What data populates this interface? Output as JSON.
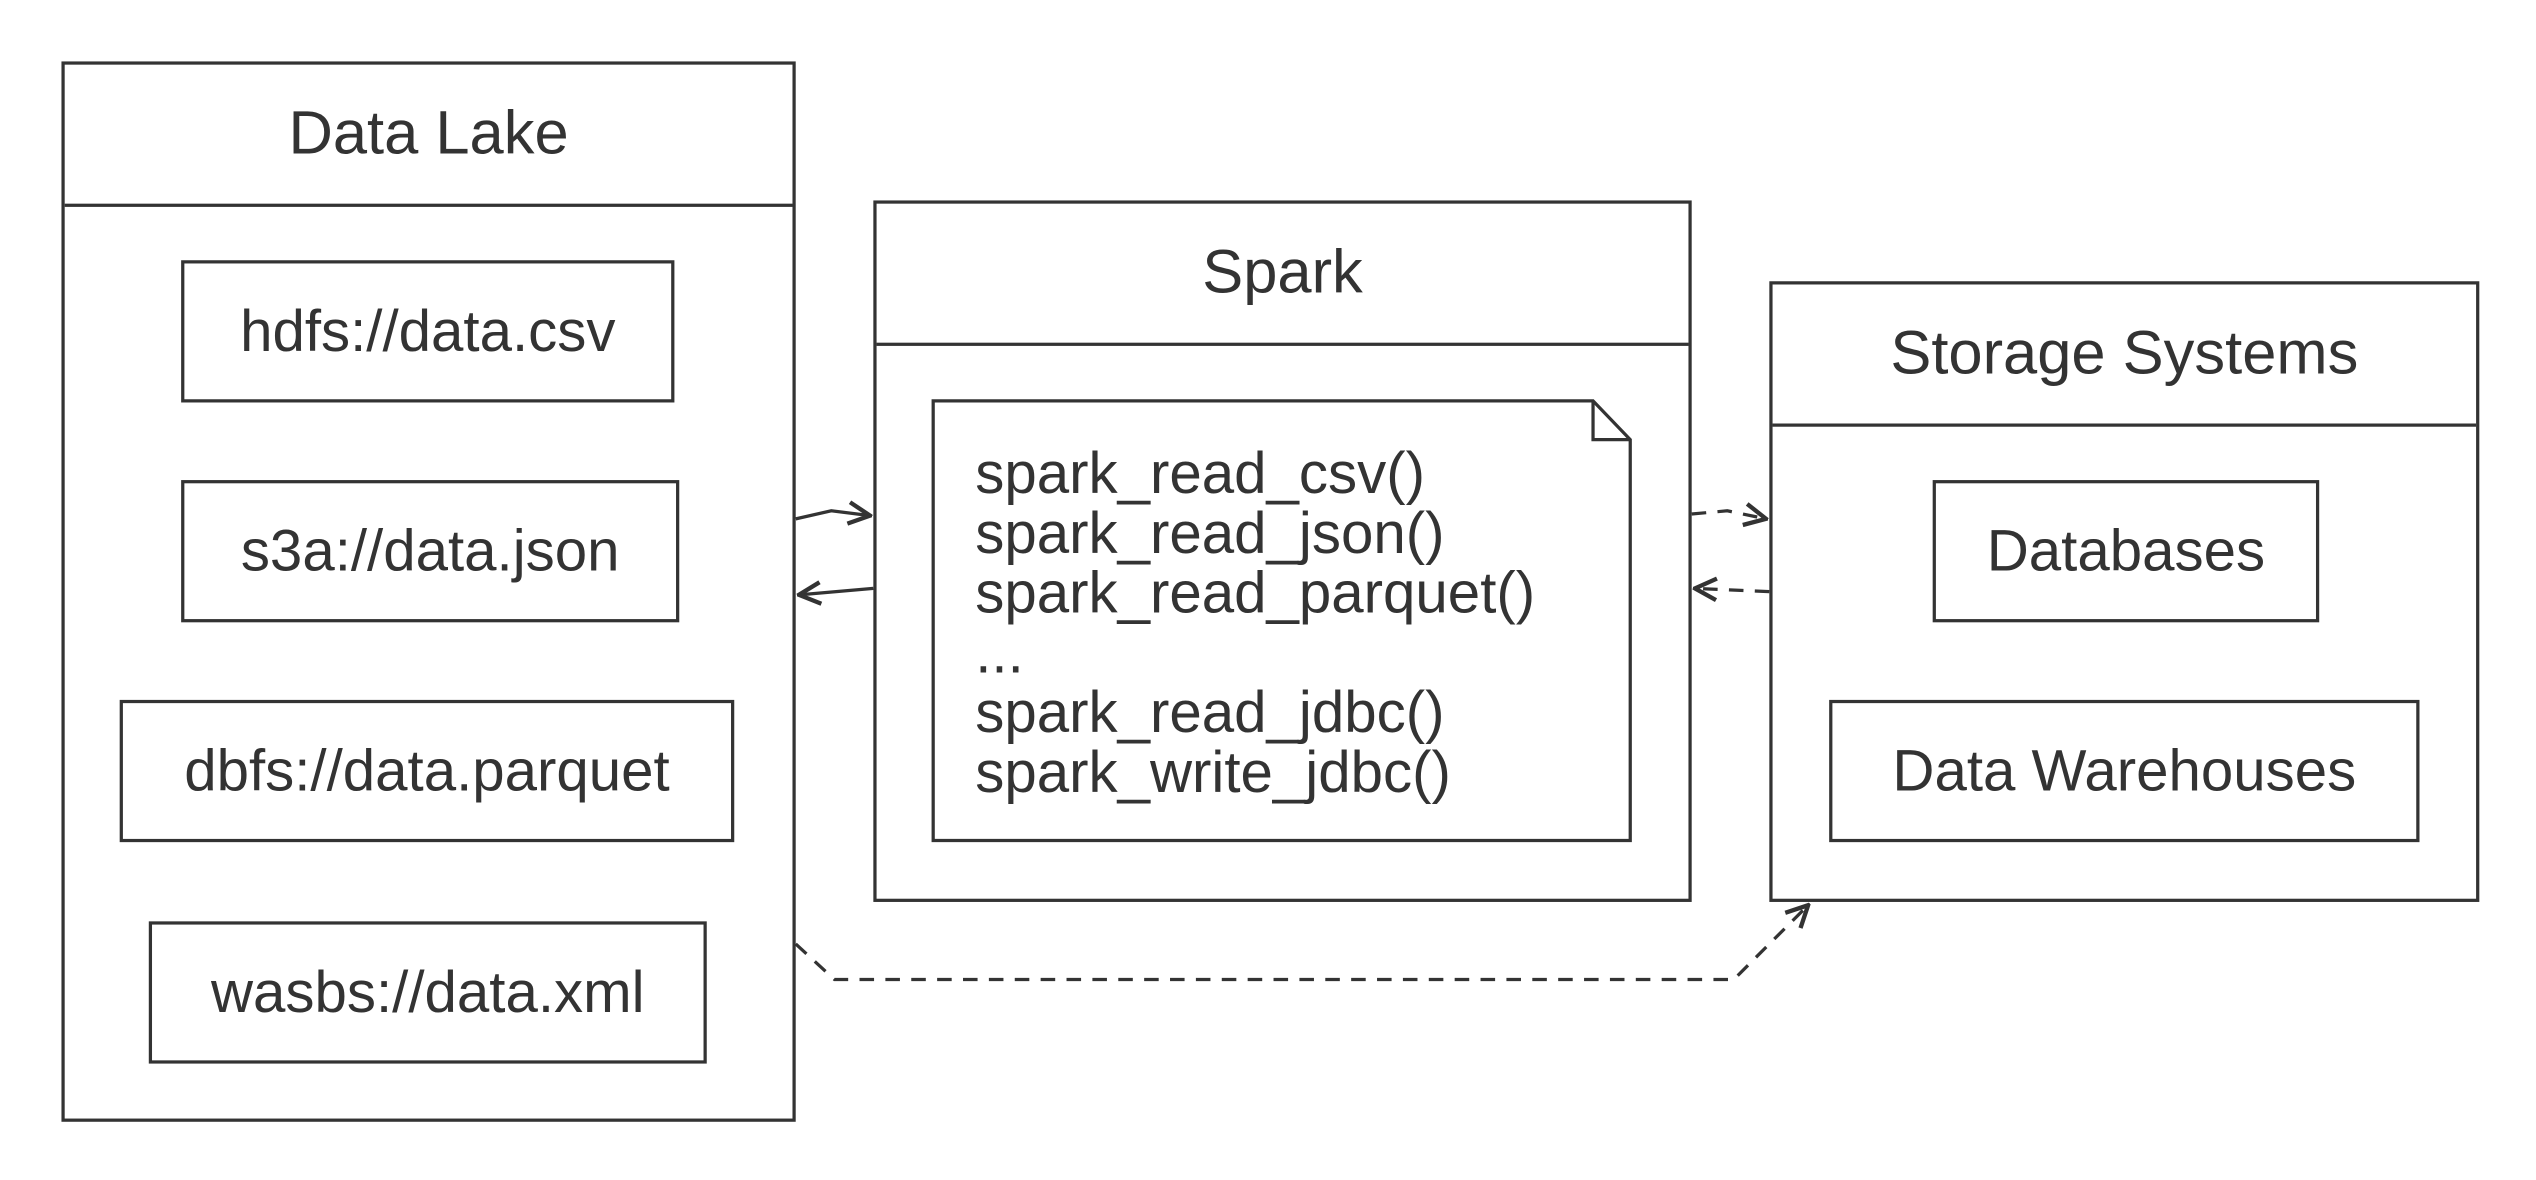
{
  "diagram": {
    "data_lake": {
      "title": "Data Lake",
      "items": [
        "hdfs://data.csv",
        "s3a://data.json",
        "dbfs://data.parquet",
        "wasbs://data.xml"
      ]
    },
    "spark": {
      "title": "Spark",
      "functions": [
        "spark_read_csv()",
        "spark_read_json()",
        "spark_read_parquet()",
        "...",
        "spark_read_jdbc()",
        "spark_write_jdbc()"
      ]
    },
    "storage_systems": {
      "title": "Storage Systems",
      "items": [
        "Databases",
        "Data Warehouses"
      ]
    },
    "colors": {
      "stroke": "#333333",
      "background": "#ffffff"
    },
    "edges": [
      {
        "from": "data-lake",
        "to": "spark",
        "style": "solid"
      },
      {
        "from": "spark",
        "to": "data-lake",
        "style": "solid"
      },
      {
        "from": "spark",
        "to": "storage-systems",
        "style": "dashed"
      },
      {
        "from": "storage-systems",
        "to": "spark",
        "style": "dashed"
      },
      {
        "from": "data-lake",
        "to": "storage-systems",
        "style": "dashed"
      }
    ]
  }
}
